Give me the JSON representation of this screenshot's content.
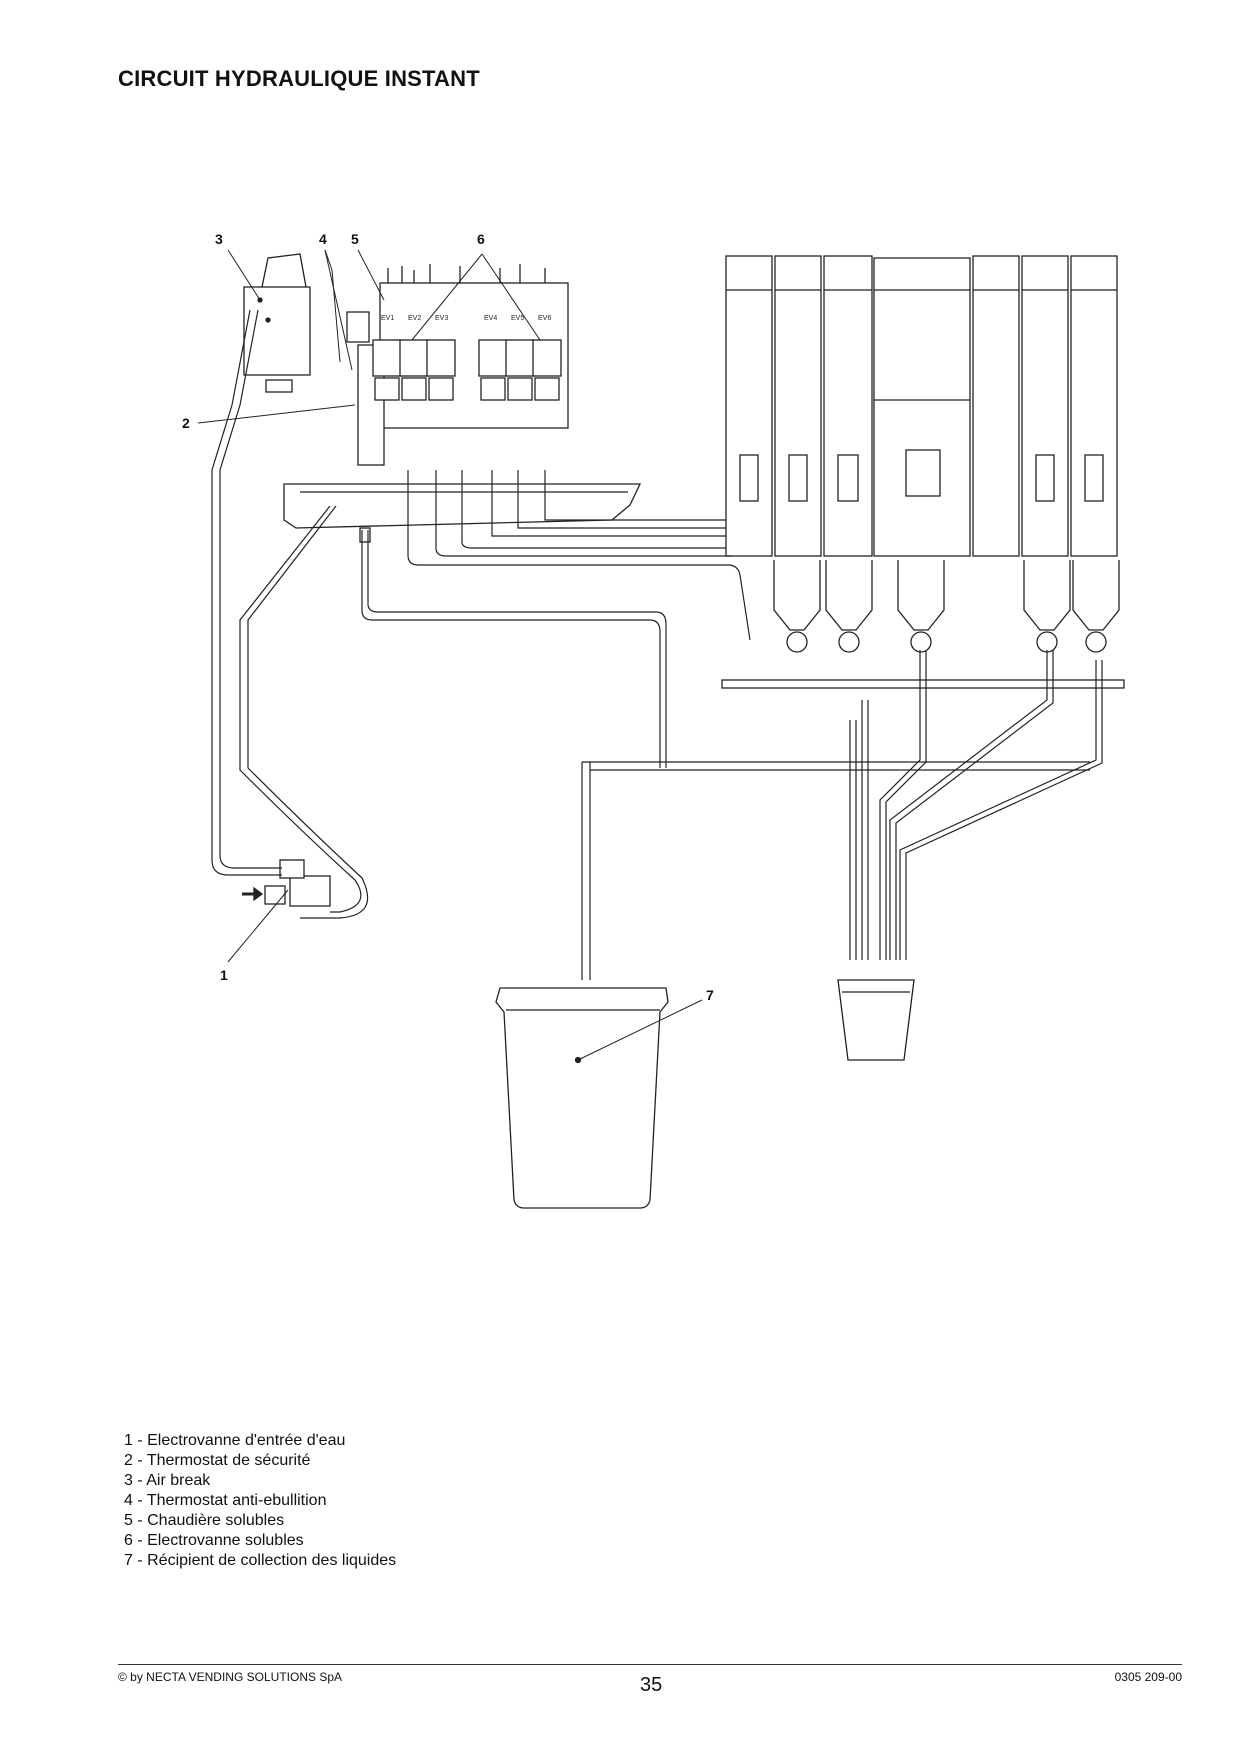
{
  "page": {
    "title": "CIRCUIT HYDRAULIQUE INSTANT"
  },
  "diagram": {
    "callouts": [
      "1",
      "2",
      "3",
      "4",
      "5",
      "6",
      "7"
    ],
    "valve_labels": [
      "EV1",
      "EV2",
      "EV3",
      "EV4",
      "EV5",
      "EV6"
    ]
  },
  "legend": {
    "items": [
      "1 - Electrovanne d'entrée d'eau",
      "2 - Thermostat de sécurité",
      "3 - Air break",
      "4 - Thermostat anti-ebullition",
      "5 - Chaudière solubles",
      "6 - Electrovanne solubles",
      "7 - Récipient de collection des liquides"
    ]
  },
  "footer": {
    "copyright": "© by NECTA VENDING SOLUTIONS SpA",
    "page_number": "35",
    "doc_code": "0305 209-00"
  }
}
